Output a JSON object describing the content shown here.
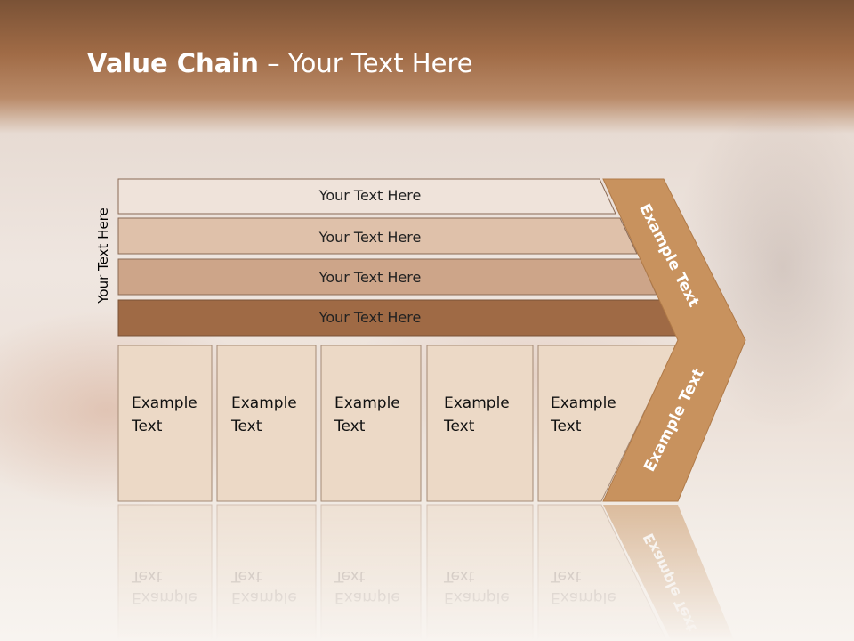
{
  "title": {
    "bold": "Value Chain",
    "rest": " – Your Text Here"
  },
  "side_label": "Your Text Here",
  "rows": [
    {
      "label": "Your Text Here"
    },
    {
      "label": "Your Text Here"
    },
    {
      "label": "Your Text Here"
    },
    {
      "label": "Your Text Here"
    }
  ],
  "columns": [
    {
      "line1": "Example",
      "line2": "Text"
    },
    {
      "line1": "Example",
      "line2": "Text"
    },
    {
      "line1": "Example",
      "line2": "Text"
    },
    {
      "line1": "Example",
      "line2": "Text"
    },
    {
      "line1": "Example",
      "line2": "Text"
    }
  ],
  "chevron": {
    "upper": "Example Text",
    "lower": "Example Text"
  },
  "colors": {
    "row1": "#efe3da",
    "row2": "#dfc1aa",
    "row3": "#cda589",
    "row4": "#9f6a45",
    "column": "#ecd9c6",
    "chevron": "#c8925e",
    "border": "#8a6a55"
  }
}
